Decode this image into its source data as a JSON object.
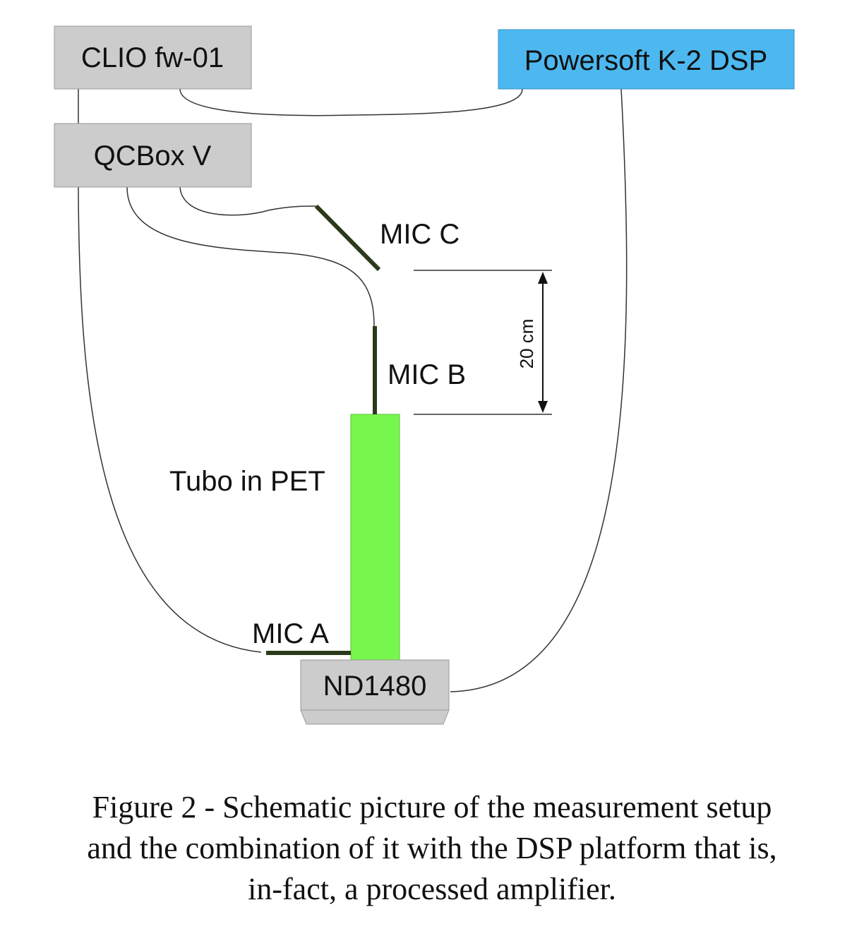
{
  "boxes": {
    "clio": "CLIO fw-01",
    "powersoft": "Powersoft K-2 DSP",
    "qcbox": "QCBox V",
    "nd1480": "ND1480"
  },
  "labels": {
    "mic_a": "MIC A",
    "mic_b": "MIC B",
    "mic_c": "MIC C",
    "tube": "Tubo in PET",
    "dimension": "20 cm"
  },
  "colors": {
    "gray_box": "#cccccc",
    "powersoft_box": "#4db8f0",
    "tube": "#77f74d",
    "mic": "#2b3a1a"
  },
  "caption": {
    "line1": "Figure 2 - Schematic picture of the measurement setup",
    "line2": "and the combination of it with the DSP platform that is,",
    "line3": "in-fact, a processed amplifier."
  }
}
